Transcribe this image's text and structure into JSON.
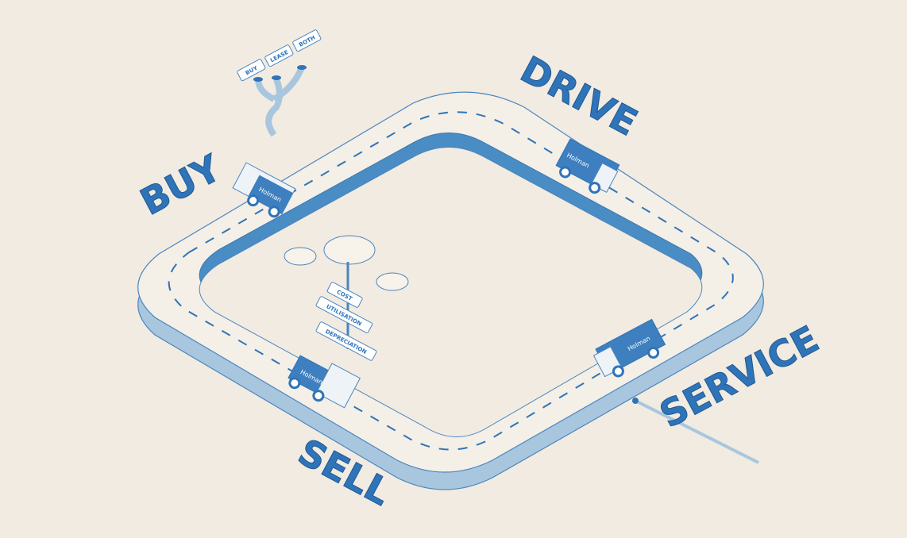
{
  "stages": {
    "buy": "BUY",
    "drive": "DRIVE",
    "service": "SERVICE",
    "sell": "SELL"
  },
  "choice_signs": [
    "BUY",
    "LEASE",
    "BOTH"
  ],
  "metric_signs": [
    "COST",
    "UTILISATION",
    "DEPRECIATION"
  ],
  "van_brand": "Holman",
  "colors": {
    "background": "#f2ebe1",
    "accent_blue": "#2f74b8",
    "track_side": "#a9c6df",
    "line": "#4a86bf"
  }
}
